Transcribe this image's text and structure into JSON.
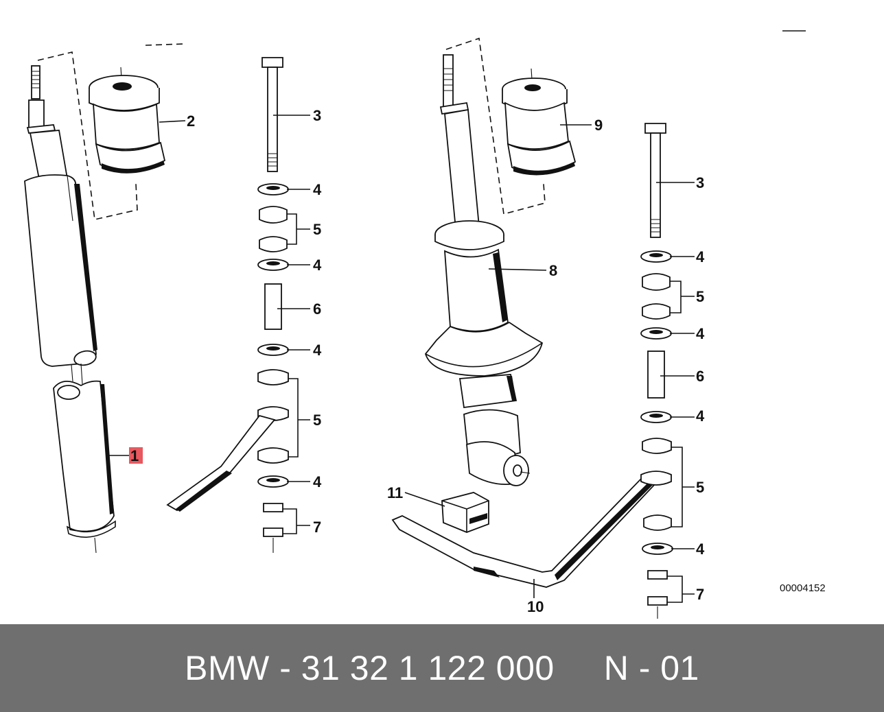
{
  "diagram": {
    "callouts": {
      "c1": "1",
      "c2": "2",
      "c3a": "3",
      "c4a": "4",
      "c5a": "5",
      "c4b": "4",
      "c6a": "6",
      "c4c": "4",
      "c5b": "5",
      "c4d": "4",
      "c7a": "7",
      "c9": "9",
      "c8": "8",
      "c11": "11",
      "c10": "10",
      "c3b": "3",
      "c4e": "4",
      "c5c": "5",
      "c4f": "4",
      "c6b": "6",
      "c4g": "4",
      "c5d": "5",
      "c4h": "4",
      "c7b": "7"
    },
    "drawing_number": "00004152",
    "highlight_color": "#e8585e"
  },
  "footer": {
    "part_label": "BMW - 31 32 1 122 000",
    "position_label": "N - 01"
  }
}
